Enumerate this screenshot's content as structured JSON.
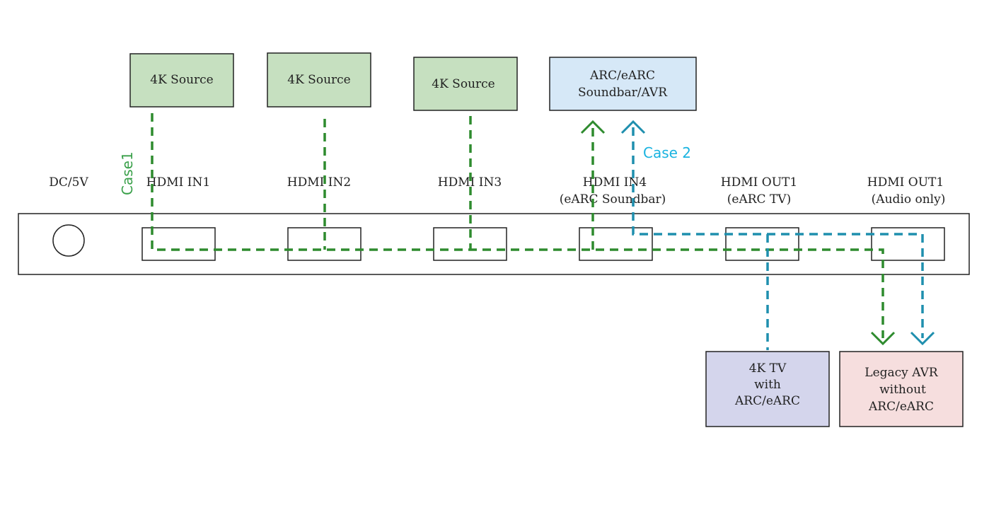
{
  "sources": [
    {
      "label": "4K Source"
    },
    {
      "label": "4K Source"
    },
    {
      "label": "4K Source"
    }
  ],
  "soundbar": {
    "line1": "ARC/eARC",
    "line2": "Soundbar/AVR"
  },
  "tv": {
    "line1": "4K TV",
    "line2": "with",
    "line3": "ARC/eARC"
  },
  "legacy": {
    "line1": "Legacy AVR",
    "line2": "without",
    "line3": "ARC/eARC"
  },
  "ports": {
    "dc": "DC/5V",
    "in1": "HDMI IN1",
    "in2": "HDMI IN2",
    "in3": "HDMI IN3",
    "in4": "HDMI IN4",
    "in4_sub": "(eARC Soundbar)",
    "out1": "HDMI OUT1",
    "out1_sub": "(eARC TV)",
    "out2": "HDMI OUT1",
    "out2_sub": "(Audio only)"
  },
  "cases": {
    "case1": "Case1",
    "case2": "Case 2"
  },
  "colors": {
    "source_fill": "#c6e0c0",
    "soundbar_fill": "#d6e8f7",
    "tv_fill": "#d4d5ec",
    "legacy_fill": "#f6dede",
    "case1_line": "#2e8b2e",
    "case2_line": "#1f8fae",
    "case1_text": "#3aa04a",
    "case2_text": "#19b3e0"
  }
}
